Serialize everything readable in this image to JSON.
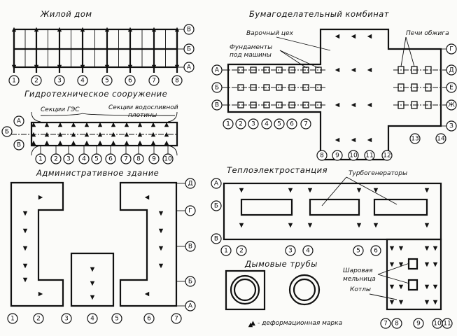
{
  "residential": {
    "title": "Жилой дом",
    "rows": [
      "В",
      "Б",
      "А"
    ],
    "cols": [
      "1",
      "2",
      "3",
      "4",
      "5",
      "6",
      "7",
      "8"
    ]
  },
  "hydro": {
    "title": "Гидротехническое сооружение",
    "label_hpp": "Секции ГЭС",
    "label_spill_1": "Секции водосливной",
    "label_spill_2": "плотины",
    "rows": [
      "А",
      "Б",
      "В"
    ],
    "cols": [
      "1",
      "2",
      "3",
      "4",
      "5",
      "6",
      "7",
      "8",
      "9",
      "10"
    ]
  },
  "admin": {
    "title": "Административное здание",
    "rows": [
      "Д",
      "Г",
      "В",
      "Б",
      "А"
    ],
    "cols": [
      "1",
      "2",
      "3",
      "4",
      "5",
      "6",
      "7"
    ]
  },
  "paper_mill": {
    "title": "Бумагоделательный комбинат",
    "label_cooking": "Варочный цех",
    "label_found_1": "Фундаменты",
    "label_found_2": "под машины",
    "label_kilns": "Печи обжига",
    "rows_left": [
      "А",
      "Б",
      "В"
    ],
    "rows_right": [
      "Г",
      "Д",
      "Е",
      "Ж",
      "З"
    ],
    "cols_left": [
      "1",
      "2",
      "3",
      "4",
      "5",
      "6",
      "7"
    ],
    "cols_center": [
      "8",
      "9",
      "10",
      "11",
      "12"
    ],
    "cols_right": [
      "13",
      "14"
    ]
  },
  "power_plant": {
    "title": "Теплоэлектростанция",
    "label_turbo": "Турбогенераторы",
    "label_mill_1": "Шаровая",
    "label_mill_2": "мельница",
    "label_boilers": "Котлы",
    "label_chimneys": "Дымовые трубы",
    "rows": [
      "А",
      "Б",
      "В"
    ],
    "cols": [
      "1",
      "2",
      "3",
      "4",
      "5",
      "6"
    ],
    "cols_boiler": [
      "7",
      "8",
      "9",
      "10",
      "11"
    ]
  },
  "legend": {
    "marker": "▲",
    "text": "- деформационная марка"
  }
}
